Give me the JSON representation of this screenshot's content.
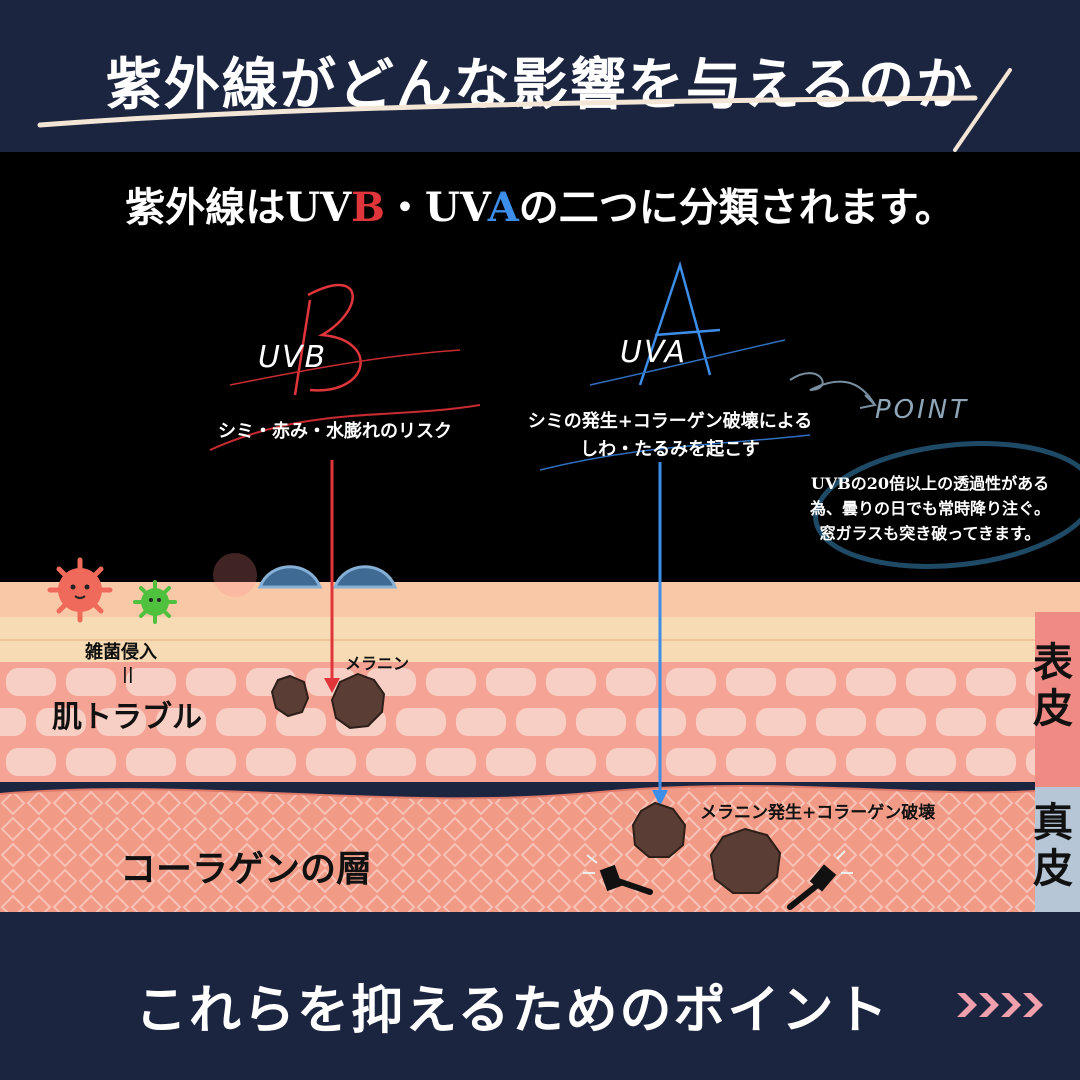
{
  "header": {
    "title": "紫外線がどんな影響を与えるのか"
  },
  "subtitle": {
    "prefix": "紫外線はUV",
    "b": "B",
    "middle": "・UV",
    "a": "A",
    "suffix": "の二つに分類されます。"
  },
  "uvb": {
    "label": "UVB",
    "note": "シミ・赤み・水膨れのリスク"
  },
  "uva": {
    "label": "UVA",
    "note_line1": "シミの発生+コラーゲン破壊による",
    "note_line2": "しわ・たるみを起こす"
  },
  "point": {
    "word": "POINT",
    "line1": "UVBの20倍以上の透過性がある",
    "line2": "為、曇りの日でも常時降り注ぐ。",
    "line3": "窓ガラスも突き破ってきます。"
  },
  "skin": {
    "germ_label": "雑菌侵入",
    "equals": "||",
    "trouble_label": "肌トラブル",
    "melanin_label": "メラニン",
    "melanin_collagen_label": "メラニン発生+コラーゲン破壊",
    "collagen_layer_label": "コーラゲンの層",
    "epidermis_1": "表",
    "epidermis_2": "皮",
    "dermis_1": "真",
    "dermis_2": "皮"
  },
  "colors": {
    "navy": "#1c2540",
    "uvb_red": "#e0353a",
    "uva_blue": "#3d8ee8",
    "epidermis": "#ef8a84",
    "dermis": "#b7c6d6"
  },
  "footer": {
    "cta": "これらを抑えるためのポイント",
    "arrows": "››››"
  }
}
